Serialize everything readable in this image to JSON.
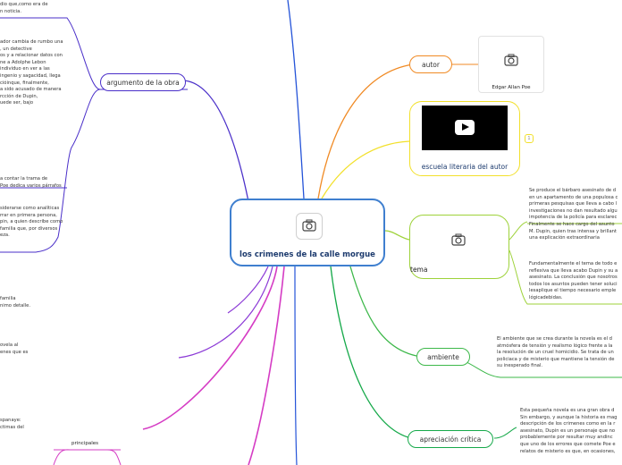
{
  "central": {
    "title": "los crimenes de la calle morgue",
    "image_icon": "camera-icon"
  },
  "branches": {
    "autor": {
      "label": "autor",
      "image_caption": "Edgar Allan Poe",
      "image_icon": "camera-icon"
    },
    "escuela": {
      "label": "escuela literaria del autor",
      "media": "video-thumbnail",
      "badge": "1"
    },
    "tema": {
      "label": "tema",
      "image_icon": "camera-icon",
      "notes": [
        "Se produce el bárbaro asesinato de d\nen un apartamento de una populosa c\nprimeras pesquisas que lleva a cabo l\ninvestigaciones no dan resultado algu\nimpotencia de la policía para esclarec\nFinalmente se hace cargo del asunto \nM. Dupin, quien tras intensa y brillant\nuna explicación extraordinaria",
        "Fundamentalmente el tema de todo e\nreflexiva que lleva acabo Dupin y su a\nasesinato. La conclusión que nosotros\ntodos los asuntos pueden tener soluci\nlesaplique el tiempo necesario emple\nlógicadebidas."
      ]
    },
    "ambiente": {
      "label": "ambiente",
      "note": "El ambiente que se crea durante la novela es el d\natmósfera de tensión y realismo lógico frente a la\nla resolución de un cruel homicidio. Se trata de un\npoliciaca y de misterio que mantiene la tensión de\nsu inesperado final."
    },
    "apreciacion": {
      "label": "apreciación crítica",
      "note": "Esta pequeña novela es una gran obra d\nSin embargo, y aunque la historia es mag\ndescripción de los crimenes como en la r\nasesinato, Dupin es un personaje que no\nprobablemente por resultar muy andinc\nque uno de los errores que comete Poe e\nrelatos de misterio es que, en ocasiones,"
    },
    "argumento": {
      "label": "argumento de la obra",
      "notes": [
        "dio que,como era de\nn noticia.",
        "ador cambia de rumbo una\n, un detective\nos y a relacionar datos con\nne a Adolphe Lebon\n individuo en ver a las\ningenio y sagacidad, llega\n cióinque, finalmente,\na sido acusado de manera\nrcción de Dupin,\nuede ser, bajo",
        "a contar la trama de\nPoe dedica varios párrafos",
        "siderarse como analíticas\nrrar en primera persona,\npin, a quien describe como\n familia que, por diversos\neza.",
        "familia\nnimo detalle.",
        "ovela al\nenes que es",
        "spanaye:\nctimas del"
      ]
    },
    "principales": {
      "label": "principales"
    }
  },
  "colors": {
    "center_border": "#3f7fcf",
    "autor": "#f08a24",
    "escuela": "#f2e02b",
    "tema": "#9ed23a",
    "ambiente": "#3db84a",
    "apreciacion": "#16a94a",
    "argumento": "#4a2fc9",
    "purple": "#8b39d6",
    "magenta": "#d53cc4",
    "blue_line": "#2453d8"
  }
}
